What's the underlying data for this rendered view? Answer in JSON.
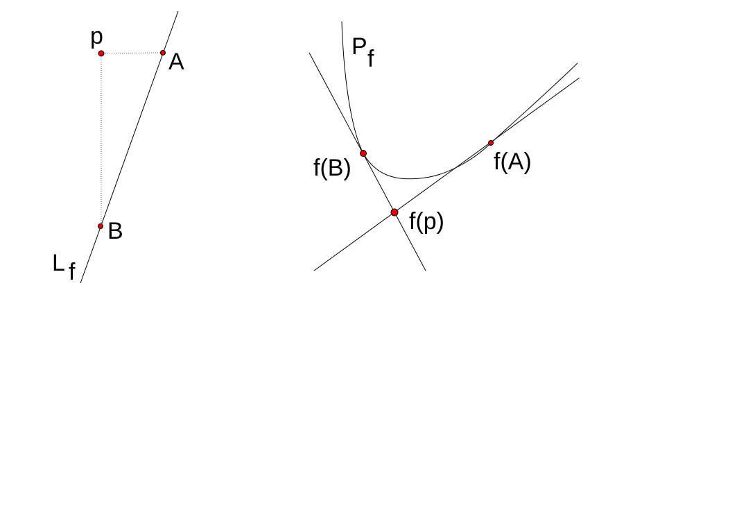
{
  "colors": {
    "background": "#ffffff",
    "line": "#000000",
    "point_fill": "#e00000"
  },
  "left_figure": {
    "label_p": "p",
    "label_A": "A",
    "label_B": "B",
    "label_L": "L",
    "label_L_sub": "f"
  },
  "right_figure": {
    "label_P": "P",
    "label_P_sub": "f",
    "label_fA": "f(A)",
    "label_fB": "f(B)",
    "label_fp": "f(p)"
  }
}
